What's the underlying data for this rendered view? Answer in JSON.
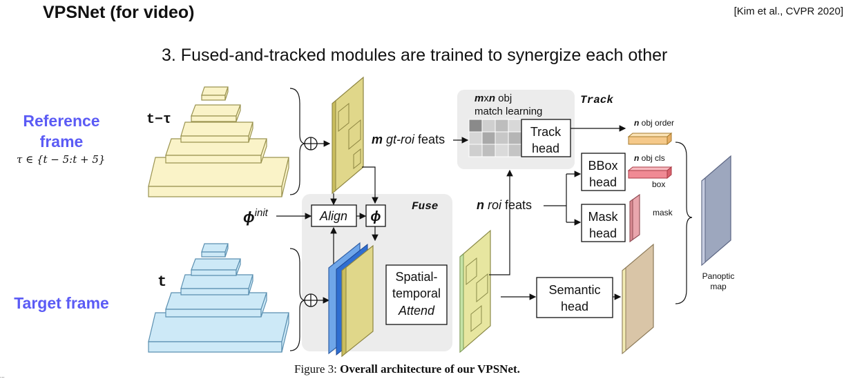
{
  "header": {
    "title": "VPSNet (for video)",
    "citation": "[Kim et al., CVPR 2020]"
  },
  "subtitle": "3. Fused-and-tracked modules are trained to synergize each other",
  "side_labels": {
    "reference": "Reference frame",
    "tau_range": "τ ∈ {t − 5:t + 5}",
    "target": "Target frame"
  },
  "diagram": {
    "label_t_tau": "t−τ",
    "label_t": "t",
    "phi_init": "ϕ",
    "phi_init_sup": "init",
    "align": "Align",
    "phi": "ϕ",
    "fuse": "Fuse",
    "track": "Track",
    "mxn_bold": "m",
    "mxn_x": "x",
    "mxn_bold2": "n",
    "mxn_rest": " obj",
    "match_learning": "match learning",
    "gt_roi_m": "m",
    "gt_roi_rest": "gt-roi",
    "gt_roi_feats": " feats",
    "track_head_1": "Track",
    "track_head_2": "head",
    "n_obj_order_n": "n",
    "n_obj_order": " obj order",
    "bbox_head_1": "BBox",
    "bbox_head_2": "head",
    "n_obj_cls_n": "n",
    "n_obj_cls": " obj cls",
    "box": "box",
    "mask_head_1": "Mask",
    "mask_head_2": "head",
    "mask": "mask",
    "n_roi_n": "n",
    "n_roi_roi": "roi",
    "n_roi_feats": " feats",
    "spatial_1": "Spatial-",
    "spatial_2": "temporal",
    "spatial_3": "Attend",
    "semantic_1": "Semantic",
    "semantic_2": "head",
    "panoptic_1": "Panoptic",
    "panoptic_2": "map"
  },
  "caption": {
    "prefix": "Figure 3: ",
    "bold": "Overall architecture of our VPSNet."
  },
  "footnote": "...",
  "colors": {
    "side_label": "#5b5bf5",
    "pyramid_top": "#faf3c8",
    "pyramid_bottom": "#cde9f7",
    "feature_map": "#e0d78a",
    "gray_panel": "#ececec",
    "order_bar": "#f5c98a",
    "cls_bar": "#f08a94",
    "mask_bar": "#e9a6ad",
    "semantic_map": "#d9c5a7",
    "panoptic_map": "#9da7be"
  }
}
